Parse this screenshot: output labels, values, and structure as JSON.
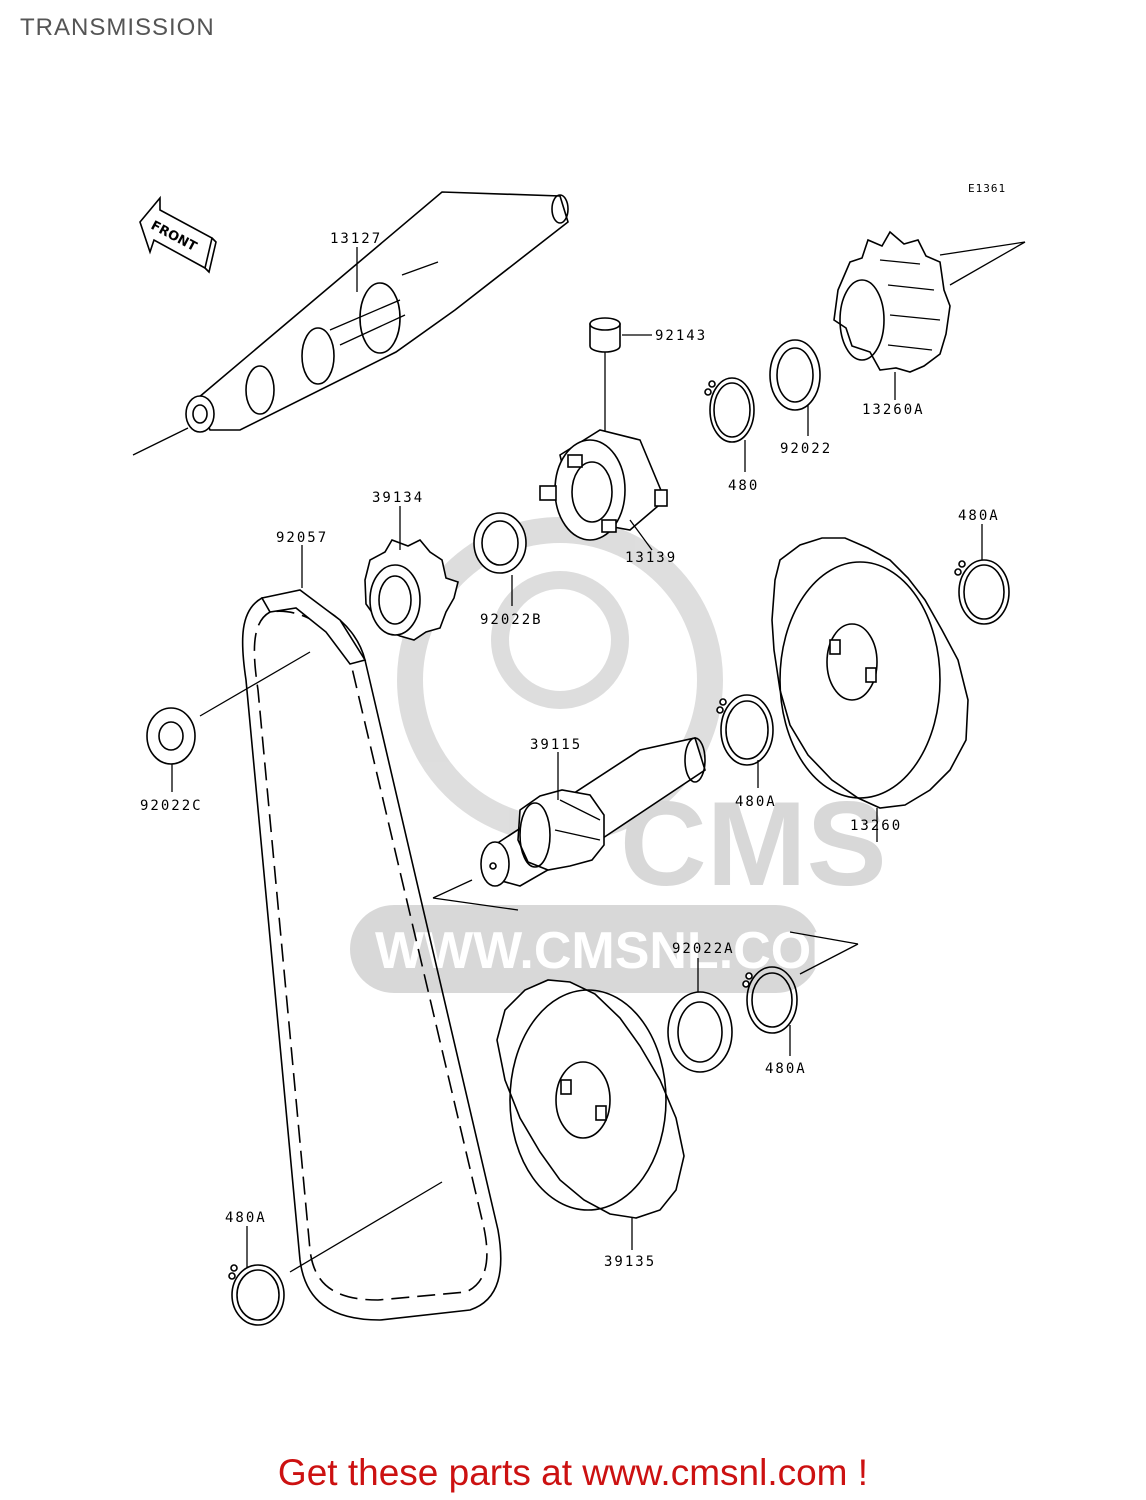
{
  "page": {
    "title": "TRANSMISSION"
  },
  "diagram": {
    "code": "E1361",
    "front_label": "FRONT",
    "parts": [
      {
        "id": "13127"
      },
      {
        "id": "92143"
      },
      {
        "id": "13260A"
      },
      {
        "id": "92022"
      },
      {
        "id": "480"
      },
      {
        "id": "13139"
      },
      {
        "id": "39134"
      },
      {
        "id": "92057"
      },
      {
        "id": "92022B"
      },
      {
        "id": "480A"
      },
      {
        "id": "92022C"
      },
      {
        "id": "39115"
      },
      {
        "id": "480A"
      },
      {
        "id": "13260"
      },
      {
        "id": "92022A"
      },
      {
        "id": "480A"
      },
      {
        "id": "39135"
      },
      {
        "id": "480A"
      }
    ]
  },
  "watermark": {
    "text": "WWW.CMSNL.COM",
    "brand": "CMS"
  },
  "footer": {
    "text": "Get these parts at www.cmsnl.com !"
  }
}
